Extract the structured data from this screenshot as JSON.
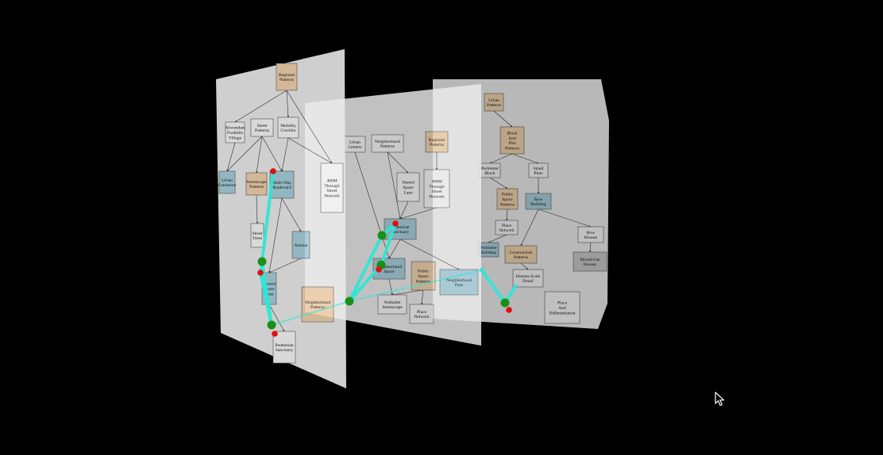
{
  "colors": {
    "background": "#000000",
    "plane": "#ececec",
    "plane_back": "#d8d8d8",
    "node_blue": "#a8d0dc",
    "node_tan": "#f1d2ae",
    "node_white": "#f7f7f7",
    "node_gray": "#c8c8c8",
    "edge": "#333333",
    "path_link": "#2ee6d6",
    "point_green": "#1a8f1a",
    "point_red": "#e01010"
  },
  "layers": {
    "front": {
      "nodes": [
        {
          "id": "regional",
          "label": "Regional\nPatterns",
          "fill": "tan"
        },
        {
          "id": "ahwatukee",
          "label": "Ahwatukee\nFoothills\nVillage",
          "fill": "white"
        },
        {
          "id": "street",
          "label": "Street\nPatterns",
          "fill": "white"
        },
        {
          "id": "mobility",
          "label": "Mobility\nCorridor",
          "fill": "white"
        },
        {
          "id": "urban_connector",
          "label": "Urban\nConnector",
          "fill": "blue"
        },
        {
          "id": "streetscape",
          "label": "Streetscape\nPatterns",
          "fill": "tan"
        },
        {
          "id": "multiway",
          "label": "Multi-Way\nBoulevard",
          "fill": "blue"
        },
        {
          "id": "through_network",
          "label": "400M\nThrough\nStreet\nNetwork",
          "fill": "white"
        },
        {
          "id": "street_tree",
          "label": "Street\nTrees",
          "fill": "white"
        },
        {
          "id": "avenue",
          "label": "Avenue",
          "fill": "blue"
        },
        {
          "id": "shared_space",
          "label": "Shared\nSpace\nLane",
          "fill": "blue"
        },
        {
          "id": "neighborhood_patterns",
          "label": "Neighborhood\nPatterns",
          "fill": "tan"
        },
        {
          "id": "pedestrian",
          "label": "Pedestrian\nSanctuary",
          "fill": "white"
        }
      ]
    },
    "middle": {
      "nodes": [
        {
          "id": "regional2",
          "label": "Regional\nPatterns",
          "fill": "tan"
        },
        {
          "id": "urban_center",
          "label": "Urban\nCenters",
          "fill": "white"
        },
        {
          "id": "neighborhood_patterns2",
          "label": "Neighborhood\nPatterns",
          "fill": "white"
        },
        {
          "id": "shared_space2",
          "label": "Shared\nSpace\nLane",
          "fill": "white"
        },
        {
          "id": "through_network2",
          "label": "400M\nThrough\nStreet\nNetwork",
          "fill": "white"
        },
        {
          "id": "pedestrian2",
          "label": "Pedestrian\nSanctuary",
          "fill": "blue"
        },
        {
          "id": "neighborhood_space",
          "label": "Neighborhood\nSpace",
          "fill": "blue"
        },
        {
          "id": "public_space",
          "label": "Public\nSpace\nPatterns",
          "fill": "tan"
        },
        {
          "id": "neighborhood_park",
          "label": "Neighborhood\nPark",
          "fill": "blue"
        },
        {
          "id": "walkable",
          "label": "Walkable\nStreetscape",
          "fill": "white"
        },
        {
          "id": "place_network",
          "label": "Place\nNetwork",
          "fill": "white"
        }
      ]
    },
    "back": {
      "nodes": [
        {
          "id": "urban_patterns",
          "label": "Urban\nPatterns",
          "fill": "tan"
        },
        {
          "id": "block_plot",
          "label": "Block\nAnd\nPlot\nPatterns",
          "fill": "tan"
        },
        {
          "id": "perimeter_block",
          "label": "Perimeter\nBlock",
          "fill": "white"
        },
        {
          "id": "small_plots",
          "label": "Small\nPlots",
          "fill": "white"
        },
        {
          "id": "public_space3",
          "label": "Public\nSpace\nPatterns",
          "fill": "tan"
        },
        {
          "id": "row_building",
          "label": "Row\nBuilding",
          "fill": "blue"
        },
        {
          "id": "place_network3",
          "label": "Place\nNetwork",
          "fill": "white"
        },
        {
          "id": "row_houses",
          "label": "Row\nHouses",
          "fill": "white"
        },
        {
          "id": "perimeter_building",
          "label": "Perimeter\nBuilding",
          "fill": "blue"
        },
        {
          "id": "construction",
          "label": "Construction\nPatterns",
          "fill": "tan"
        },
        {
          "id": "mixed_use",
          "label": "Mixed-Use\nHouses",
          "fill": "gray"
        },
        {
          "id": "human_scale",
          "label": "Human-Scale\nDetail",
          "fill": "white"
        },
        {
          "id": "differentiation",
          "label": "Place\nAnd\nDifferentiation",
          "fill": "white"
        }
      ]
    }
  }
}
